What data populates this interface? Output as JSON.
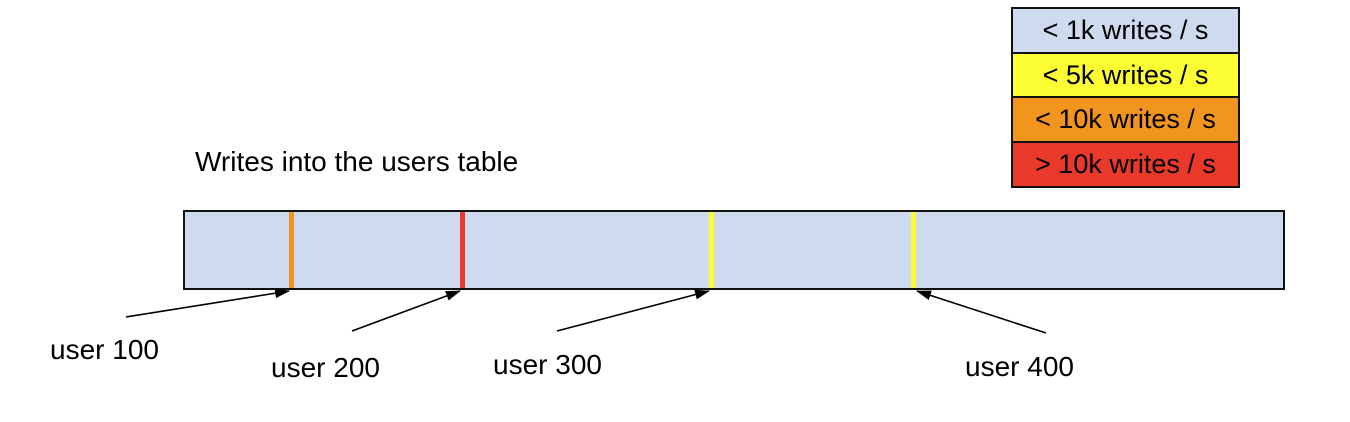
{
  "title": "Writes into the users table",
  "legend": {
    "items": [
      {
        "label": "< 1k writes / s",
        "color": "#cedbee"
      },
      {
        "label": "< 5k writes / s",
        "color": "#fdfd33"
      },
      {
        "label": "< 10k writes / s",
        "color": "#f1951f"
      },
      {
        "label": "> 10k writes / s",
        "color": "#e8392b"
      }
    ]
  },
  "bar": {
    "fill": "#cedbee",
    "border_color": "#111111",
    "ticks": [
      {
        "label": "user 100",
        "color": "#f1951f"
      },
      {
        "label": "user 200",
        "color": "#e8392b"
      },
      {
        "label": "user 300",
        "color": "#fdfd33"
      },
      {
        "label": "user 400",
        "color": "#fdfd33"
      }
    ]
  }
}
